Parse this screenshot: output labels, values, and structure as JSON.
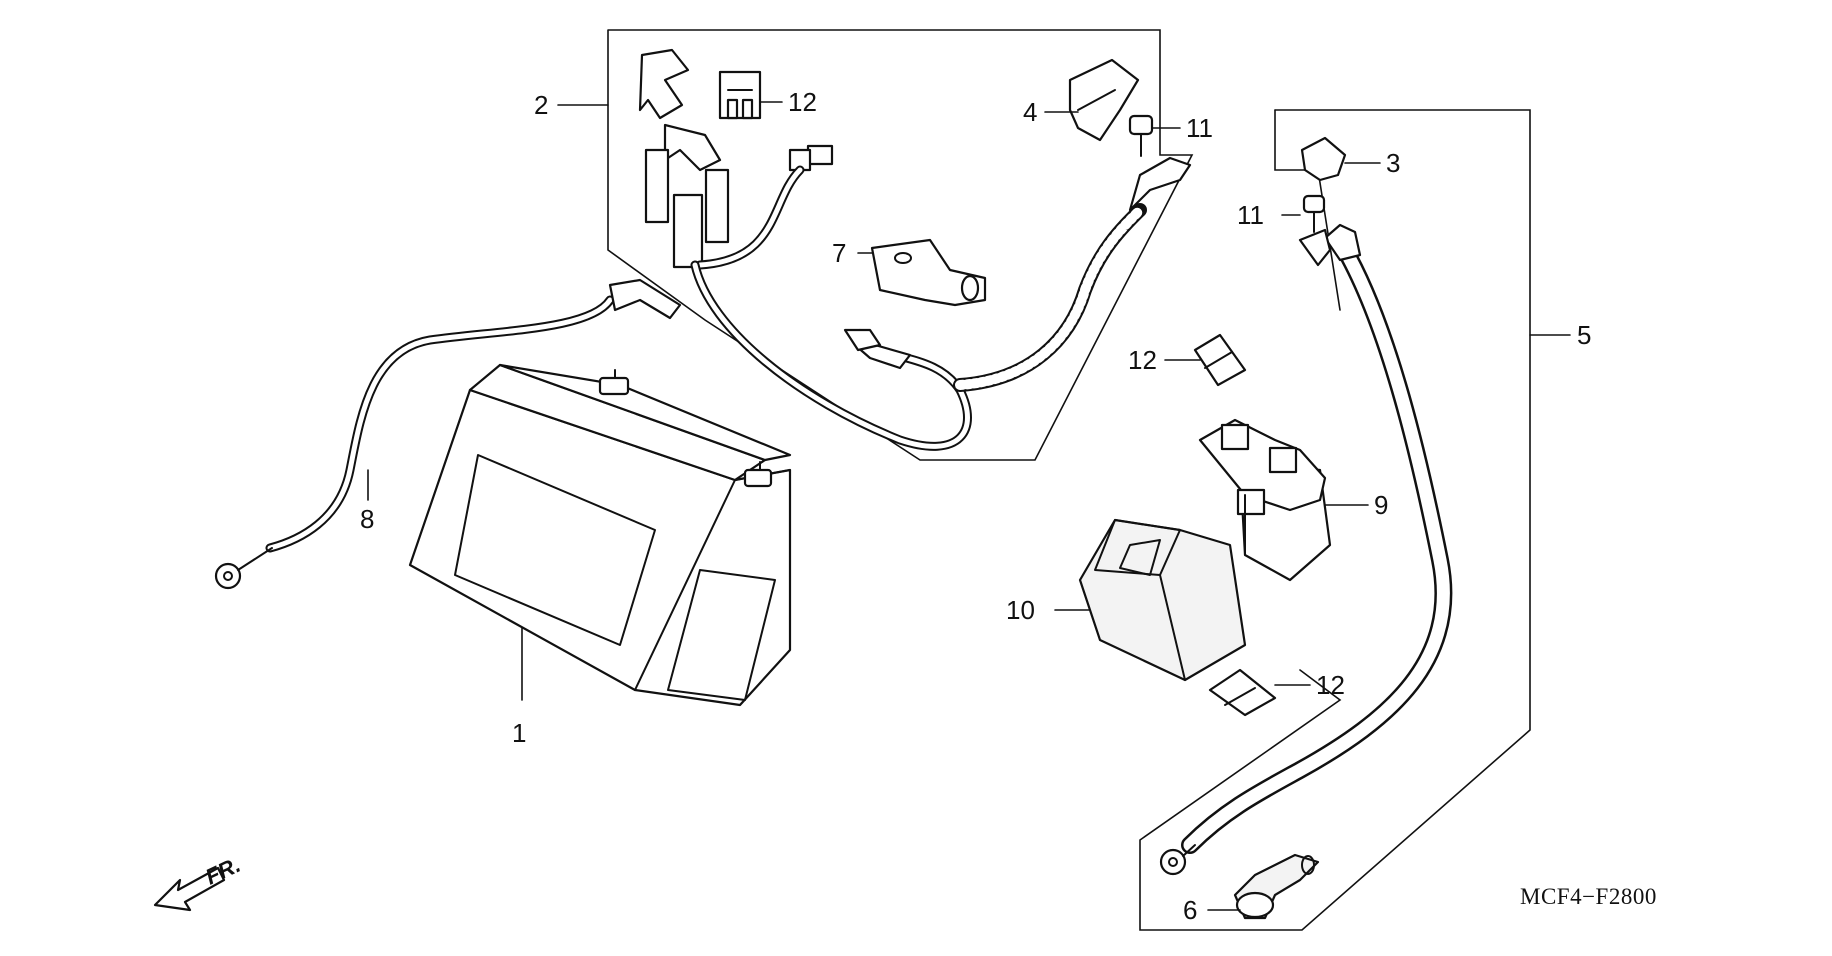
{
  "diagram": {
    "callouts": {
      "battery": "1",
      "relay_harness": "2",
      "terminal_cover_small": "3",
      "terminal_cover_large": "4",
      "starter_cable": "5",
      "boot_cap": "6",
      "connector_cover": "7",
      "battery_ground_cable": "8",
      "starter_relay": "9",
      "relay_rubber_mount": "10",
      "bolt_upper": "11",
      "bolt_lower": "11",
      "fuse_top": "12",
      "fuse_middle": "12",
      "fuse_bottom": "12"
    },
    "front_indicator": "FR.",
    "diagram_code": "MCF4−F2800"
  }
}
